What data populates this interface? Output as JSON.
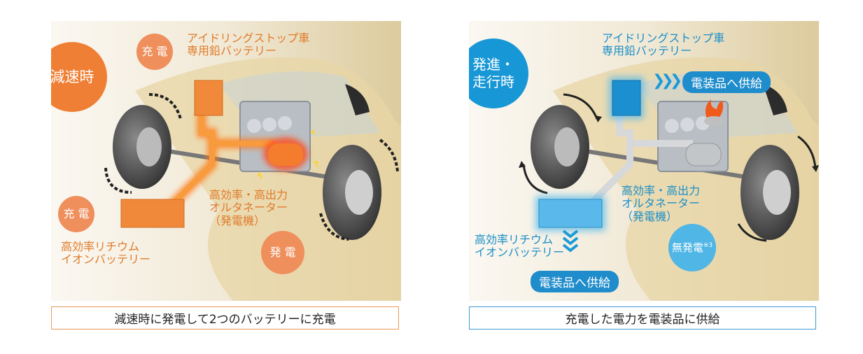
{
  "left": {
    "mode_label": "減速時",
    "charge_top": "充 電",
    "lead_battery_line1": "アイドリングストップ車",
    "lead_battery_line2": "専用鉛バッテリー",
    "charge_bottom": "充 電",
    "lithium_line1": "高効率リチウム",
    "lithium_line2": "イオンバッテリー",
    "alternator_line1": "高効率・高出力",
    "alternator_line2": "オルタネーター",
    "alternator_line3": "（発電機）",
    "generate": "発 電",
    "caption": "減速時に発電して2つのバッテリーに充電"
  },
  "right": {
    "mode_line1": "発進・",
    "mode_line2": "走行時",
    "lead_battery_line1": "アイドリングストップ車",
    "lead_battery_line2": "専用鉛バッテリー",
    "supply_top": "電装品へ供給",
    "alternator_line1": "高効率・高出力",
    "alternator_line2": "オルタネーター",
    "alternator_line3": "（発電機）",
    "lithium_line1": "高効率リチウム",
    "lithium_line2": "イオンバッテリー",
    "supply_bottom": "電装品へ供給",
    "no_generate": "無発電",
    "no_generate_note": "※3",
    "caption": "充電した電力を電装品に供給"
  },
  "colors": {
    "orange": "#ef7f34",
    "orange_text": "#e07b2a",
    "blue": "#1897d6",
    "blue_text": "#1b8fc8"
  }
}
